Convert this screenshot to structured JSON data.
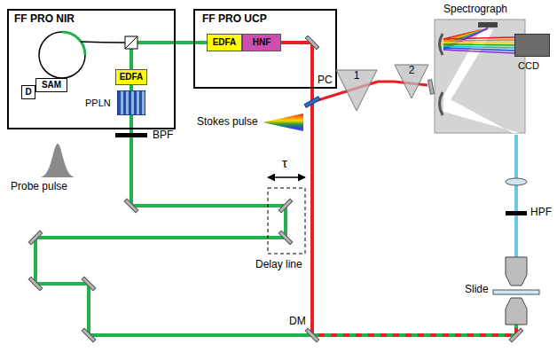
{
  "diagram": {
    "nodes": [
      {
        "text": [
          "FF PRO NIR"
        ]
      },
      {
        "text": [
          "SAM"
        ],
        "in": 0
      },
      {
        "text": [
          "D"
        ],
        "in": 0
      },
      {
        "text": [
          "EDFA"
        ],
        "in": 0
      },
      {
        "text": [
          "PPLN"
        ],
        "in": 0
      },
      {
        "text": [
          "FF PRO UCP"
        ]
      },
      {
        "text": [
          "EDFA"
        ],
        "in": 5
      },
      {
        "text": [
          "HNF"
        ],
        "in": 5
      },
      {
        "text": [
          "1"
        ]
      },
      {
        "text": [
          "2"
        ]
      },
      {
        "text": [
          "Spectrograph"
        ]
      },
      {
        "text": [
          "CCD"
        ]
      }
    ],
    "edges": [
      {
        "from": 0,
        "to": 6,
        "arrow": "none"
      },
      {
        "from": 8,
        "to": 9,
        "arrow": "none"
      }
    ],
    "labels": [
      "BPF",
      "Probe pulse",
      "Stokes pulse",
      "PC",
      "τ",
      "Delay line",
      "DM",
      "HPF",
      "Slide"
    ]
  }
}
